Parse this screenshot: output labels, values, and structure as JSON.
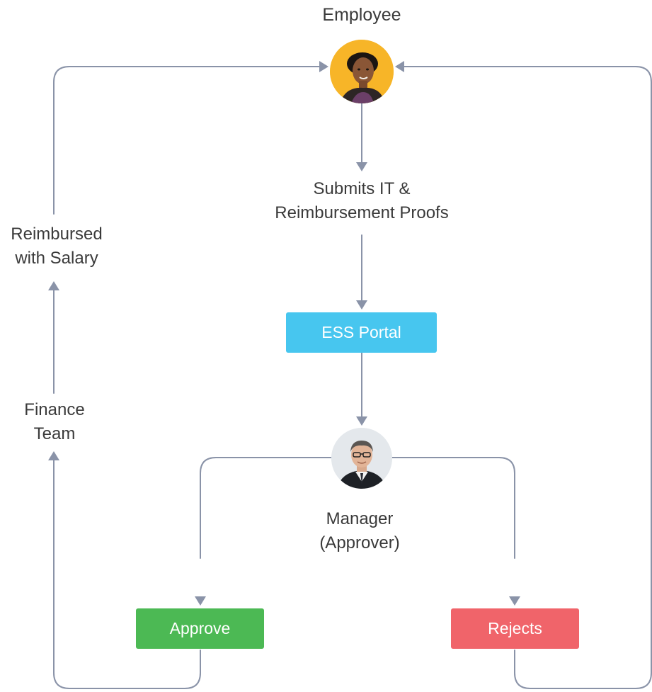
{
  "nodes": {
    "employee": {
      "label": "Employee"
    },
    "submits": {
      "line1": "Submits IT &",
      "line2": "Reimbursement Proofs"
    },
    "ess_portal": {
      "label": "ESS Portal"
    },
    "manager": {
      "line1": "Manager",
      "line2": "(Approver)"
    },
    "approve": {
      "label": "Approve"
    },
    "rejects": {
      "label": "Rejects"
    },
    "finance": {
      "line1": "Finance",
      "line2": "Team"
    },
    "reimbursed": {
      "line1": "Reimbursed",
      "line2": "with Salary"
    }
  },
  "colors": {
    "connector": "#8a93a8",
    "ess_portal": "#47c6ef",
    "approve": "#4cb954",
    "rejects": "#f0646a",
    "employee_ring": "#f7b528"
  },
  "icons": {
    "employee": "employee-avatar-icon",
    "manager": "manager-avatar-icon"
  }
}
